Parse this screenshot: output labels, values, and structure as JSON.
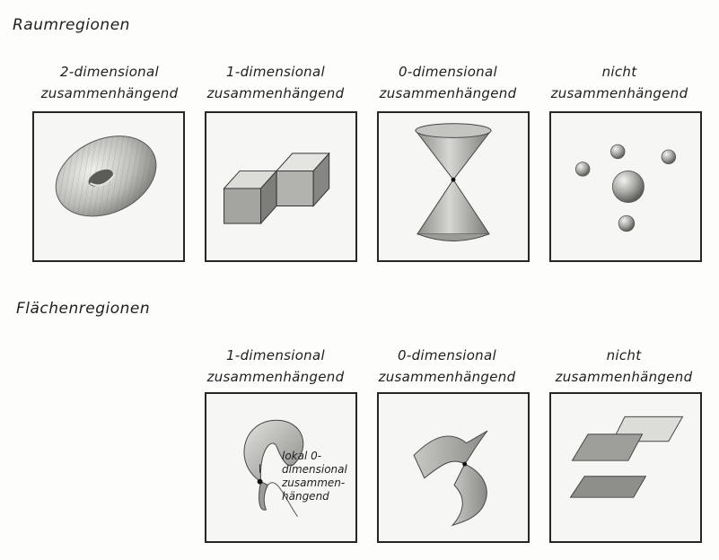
{
  "sections": {
    "space": {
      "title": "Raumregionen"
    },
    "surface": {
      "title": "Flächenregionen"
    }
  },
  "space_panels": [
    {
      "line1": "2-dimensional",
      "line2": "zusammenhängend"
    },
    {
      "line1": "1-dimensional",
      "line2": "zusammenhängend"
    },
    {
      "line1": "0-dimensional",
      "line2": "zusammenhängend"
    },
    {
      "line1": "nicht",
      "line2": "zusammenhängend"
    }
  ],
  "surface_panels": [
    {
      "line1": "1-dimensional",
      "line2": "zusammenhängend"
    },
    {
      "line1": "0-dimensional",
      "line2": "zusammenhängend"
    },
    {
      "line1": "nicht",
      "line2": "zusammenhängend"
    }
  ],
  "annotation": {
    "lines": [
      "lokal 0-",
      "dimensional",
      "zusammen-",
      "hängend"
    ]
  }
}
